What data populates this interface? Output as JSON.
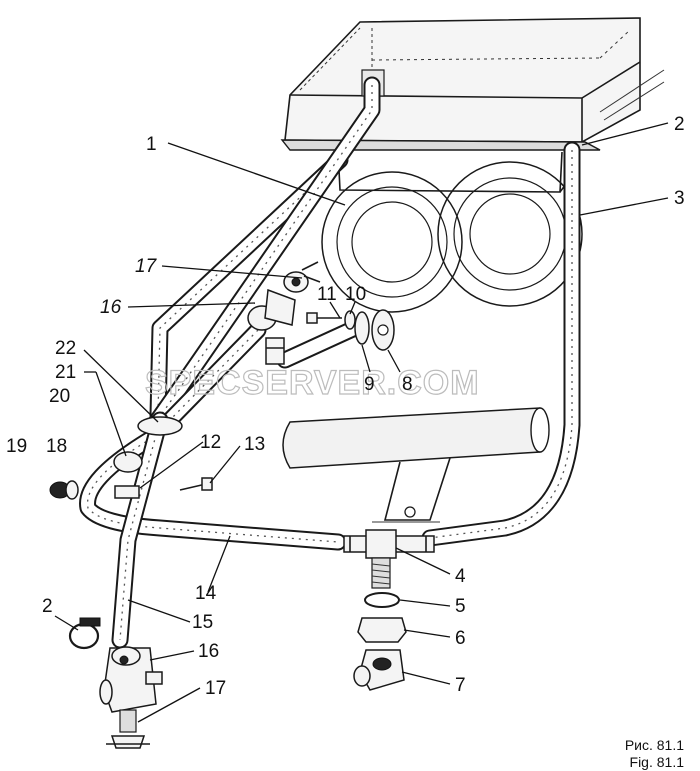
{
  "figure": {
    "caption_ru": "Рис. 81.1",
    "caption_en": "Fig. 81.1",
    "watermark": "SPECSERVER.COM"
  },
  "callouts": [
    {
      "id": "c1",
      "label": "1"
    },
    {
      "id": "c2a",
      "label": "2"
    },
    {
      "id": "c3",
      "label": "3"
    },
    {
      "id": "c17a",
      "label": "17"
    },
    {
      "id": "c16a",
      "label": "16"
    },
    {
      "id": "c11",
      "label": "11"
    },
    {
      "id": "c10",
      "label": "10"
    },
    {
      "id": "c9",
      "label": "9"
    },
    {
      "id": "c8",
      "label": "8"
    },
    {
      "id": "c22",
      "label": "22"
    },
    {
      "id": "c21",
      "label": "21"
    },
    {
      "id": "c20",
      "label": "20"
    },
    {
      "id": "c19",
      "label": "19"
    },
    {
      "id": "c18",
      "label": "18"
    },
    {
      "id": "c12",
      "label": "12"
    },
    {
      "id": "c13",
      "label": "13"
    },
    {
      "id": "c4",
      "label": "4"
    },
    {
      "id": "c5",
      "label": "5"
    },
    {
      "id": "c6",
      "label": "6"
    },
    {
      "id": "c7",
      "label": "7"
    },
    {
      "id": "c14",
      "label": "14"
    },
    {
      "id": "c15",
      "label": "15"
    },
    {
      "id": "c2b",
      "label": "2"
    },
    {
      "id": "c16b",
      "label": "16"
    },
    {
      "id": "c17b",
      "label": "17"
    }
  ]
}
